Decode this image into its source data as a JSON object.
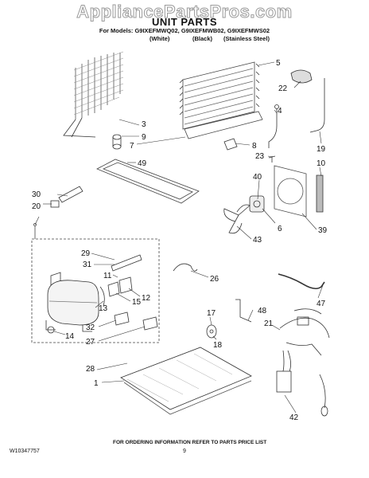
{
  "watermark": "AppliancePartsPros.com",
  "header": {
    "title": "UNIT PARTS",
    "models_line": "For Models: G9IXEFMWQ02, G9IXEFMWB02, G9IXEFMWS02",
    "variant_white": "(White)",
    "variant_black": "(Black)",
    "variant_stainless": "(Stainless Steel)"
  },
  "callouts": {
    "c3": "3",
    "c9": "9",
    "c7": "7",
    "c49": "49",
    "c5": "5",
    "c22": "22",
    "c4": "4",
    "c8": "8",
    "c23": "23",
    "c19": "19",
    "c10": "10",
    "c40": "40",
    "c6": "6",
    "c43": "43",
    "c39": "39",
    "c30": "30",
    "c20": "20",
    "c29": "29",
    "c31": "31",
    "c26": "26",
    "c11": "11",
    "c12": "12",
    "c15": "15",
    "c13": "13",
    "c32": "32",
    "c27": "27",
    "c14": "14",
    "c17": "17",
    "c18": "18",
    "c48": "48",
    "c47": "47",
    "c21": "21",
    "c28": "28",
    "c1": "1",
    "c42": "42"
  },
  "footer": {
    "doc_number": "W10347757",
    "notice": "FOR ORDERING INFORMATION REFER TO PARTS PRICE LIST",
    "page": "9"
  }
}
